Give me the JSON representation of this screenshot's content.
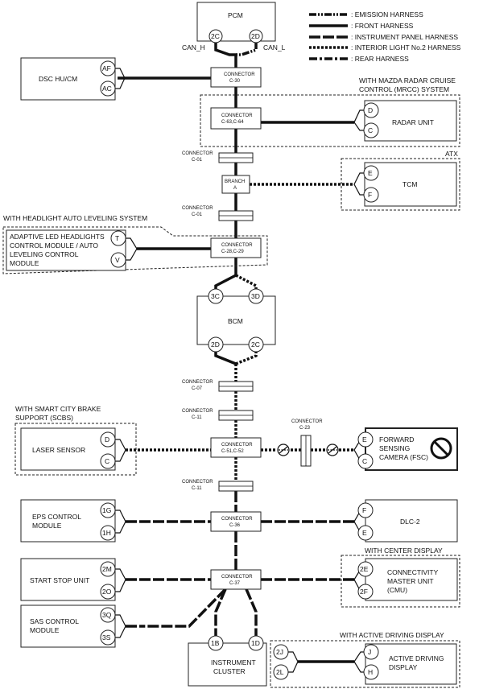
{
  "legend": [
    {
      "style": "h-emis",
      "label": ": EMISSION HARNESS"
    },
    {
      "style": "h-front",
      "label": ": FRONT HARNESS"
    },
    {
      "style": "h-inst",
      "label": ": INSTRUMENT PANEL HARNESS"
    },
    {
      "style": "h-int",
      "label": ": INTERIOR LIGHT No.2 HARNESS"
    },
    {
      "style": "h-rear",
      "label": ": REAR HARNESS"
    }
  ],
  "modules": {
    "pcm": "PCM",
    "dsc": "DSC HU/CM",
    "radar": "RADAR UNIT",
    "tcm": "TCM",
    "led_1": "ADAPTIVE LED HEADLIGHTS",
    "led_2": "CONTROL MODULE / AUTO",
    "led_3": "LEVELING CONTROL",
    "led_4": "MODULE",
    "bcm": "BCM",
    "laser": "LASER SENSOR",
    "fsc_1": "FORWARD",
    "fsc_2": "SENSING",
    "fsc_3": "CAMERA (FSC)",
    "eps_1": "EPS CONTROL",
    "eps_2": "MODULE",
    "dlc": "DLC-2",
    "start": "START STOP UNIT",
    "cmu_1": "CONNECTIVITY",
    "cmu_2": "MASTER UNIT",
    "cmu_3": "(CMU)",
    "sas_1": "SAS CONTROL",
    "sas_2": "MODULE",
    "ic_1": "INSTRUMENT",
    "ic_2": "CLUSTER",
    "add_1": "ACTIVE DRIVING",
    "add_2": "DISPLAY"
  },
  "groups": {
    "mrcc_1": "WITH MAZDA RADAR CRUISE",
    "mrcc_2": "CONTROL (MRCC) SYSTEM",
    "atx": "ATX",
    "hl": "WITH HEADLIGHT AUTO LEVELING SYSTEM",
    "scbs_1": "WITH SMART CITY BRAKE",
    "scbs_2": "SUPPORT (SCBS)",
    "cd": "WITH CENTER DISPLAY",
    "ad": "WITH ACTIVE DRIVING DISPLAY"
  },
  "signals": {
    "can_h": "CAN_H",
    "can_l": "CAN_L"
  },
  "connectors": {
    "c30": [
      "CONNECTOR",
      "C-30"
    ],
    "c63": [
      "CONNECTOR",
      "C-63,C-64"
    ],
    "c01a": [
      "CONNECTOR",
      "C-01"
    ],
    "branch": [
      "BRANCH",
      "A"
    ],
    "c01b": [
      "CONNECTOR",
      "C-01"
    ],
    "c28": [
      "CONNECTOR",
      "C-28,C-29"
    ],
    "c07": [
      "CONNECTOR",
      "C-07"
    ],
    "c11a": [
      "CONNECTOR",
      "C-11"
    ],
    "c51": [
      "CONNECTOR",
      "C-51,C-52"
    ],
    "c23": [
      "CONNECTOR",
      "C-23"
    ],
    "c11b": [
      "CONNECTOR",
      "C-11"
    ],
    "c36": [
      "CONNECTOR",
      "C-36"
    ],
    "c37": [
      "CONNECTOR",
      "C-37"
    ]
  },
  "pins": {
    "pcm_h": "2C",
    "pcm_l": "2D",
    "dsc_a": "AF",
    "dsc_b": "AC",
    "radar_a": "D",
    "radar_b": "C",
    "tcm_a": "E",
    "tcm_b": "F",
    "led_a": "T",
    "led_b": "V",
    "bcm_a": "3C",
    "bcm_b": "3D",
    "bcm_c": "2D",
    "bcm_d": "2C",
    "laser_a": "D",
    "laser_b": "C",
    "fsc_a": "E",
    "fsc_b": "C",
    "eps_a": "1G",
    "eps_b": "1H",
    "dlc_a": "F",
    "dlc_b": "E",
    "start_a": "2M",
    "start_b": "2O",
    "cmu_a": "2E",
    "cmu_b": "2F",
    "sas_a": "3Q",
    "sas_b": "3S",
    "ic_a": "1B",
    "ic_b": "1D",
    "add_a": "2J",
    "add_b": "2L",
    "add_c": "J",
    "add_d": "H"
  },
  "icons": {
    "terminating_resistor": "resistor-circle-icon",
    "no_symbol": "prohibited-icon"
  }
}
